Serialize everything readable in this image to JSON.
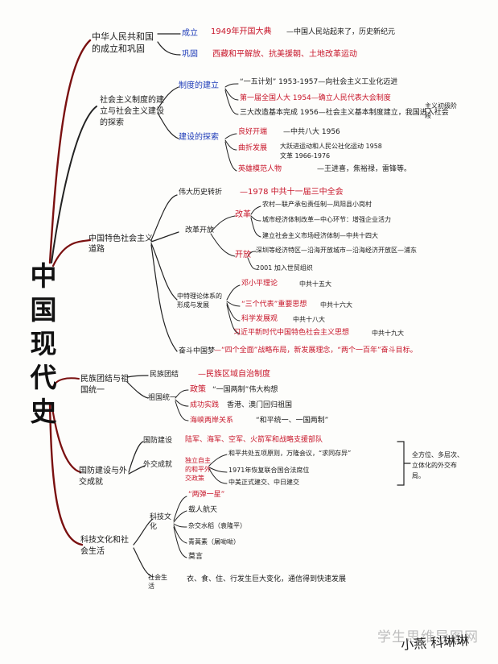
{
  "title": "中国现代史",
  "nodes": {
    "founding": "中华人民共和国的成立和巩固",
    "socialism": "社会主义制度的建立与社会主义建设的探索",
    "characteristics": "中国特色社会主义道路",
    "ethnic": "民族团结与祖国统一",
    "defense": "国防建设与外交成就",
    "culture": "科技文化和社会生活"
  },
  "founding": {
    "l1": "成立",
    "t1": "1949年开国大典",
    "t2": "—中国人民站起来了，历史新纪元",
    "l2": "巩固",
    "t3": "西藏和平解放、抗美援朝、土地改革运动"
  },
  "soc": {
    "l1": "制度的建立",
    "a": "“一五计划” 1953-1957—向社会主义工业化迈进",
    "b": "第一届全国人大 1954—确立人民代表大会制度",
    "c": "三大改造基本完成 1956—社会主义基本制度建立，我国进入社会",
    "c2": "主义初级阶",
    "c3": "段",
    "l2": "建设的探索",
    "d": "良好开端",
    "d2": "—中共八大 1956",
    "e": "曲折发展",
    "e2": "大跃进运动和人民公社化运动 1958",
    "e3": "文革 1966-1976",
    "f": "英雄模范人物",
    "f2": "—王进喜，焦裕禄，雷锋等。"
  },
  "cc": {
    "l1": "伟大历史转折",
    "t1": "—1978 中共十一届三中全会",
    "l2": "改革开放",
    "reform": "改革",
    "r1": "农村—联产承包责任制—凤阳县小岗村",
    "r2": "城市经济体制改革—中心环节：增强企业活力",
    "r3": "建立社会主义市场经济体制—中共十四大",
    "open": "开放",
    "o1": "深圳等经济特区—沿海开放城市—沿海经济开放区—浦东",
    "o2": "2001 加入世贸组织",
    "l3": "中特理论体系的形成与发展",
    "th1": "邓小平理论",
    "th1b": "中共十五大",
    "th2": "“三个代表”重要思想",
    "th2b": "中共十六大",
    "th3": "科学发展观",
    "th3b": "中共十八大",
    "th4": "习近平新时代中国特色社会主义思想",
    "th4b": "中共十九大",
    "l4": "奋斗中国梦",
    "t4": "—“四个全面”战略布局，新发展理念，“两个一百年”奋斗目标。"
  },
  "eth": {
    "l1": "民族团结",
    "t1": "—民族区域自治制度",
    "l2": "祖国统一",
    "p": "政策",
    "p2": "“一国两制”伟大构想",
    "s": "成功实践",
    "s2": "香港、澳门回归祖国",
    "c": "海峡两岸关系",
    "c2": "“和平统一、一国两制”"
  },
  "def": {
    "l1": "国防建设",
    "t1": "陆军、海军、空军、火箭军和战略支援部队",
    "l2": "外交成就",
    "ind": "独立自主的和平外交政策",
    "d1": "和平共处五项原则，万隆会议，“求同存异”",
    "d2": "1971年恢复联合国合法席位",
    "d3": "中美正式建交、中日建交",
    "summary": "全方位、多层次、立体化的外交布局。"
  },
  "cul": {
    "l1": "科技文化",
    "a": "“两弹一星”",
    "b": "载人航天",
    "c": "杂交水稻（袁隆平）",
    "d": "青蒿素（屠呦呦）",
    "e": "莫言",
    "l2": "社会生活",
    "f": "衣、食、住、行发生巨大变化，通信得到快速发展"
  },
  "watermark": "学生思维导图网",
  "signature": "小燕 科琳琳"
}
